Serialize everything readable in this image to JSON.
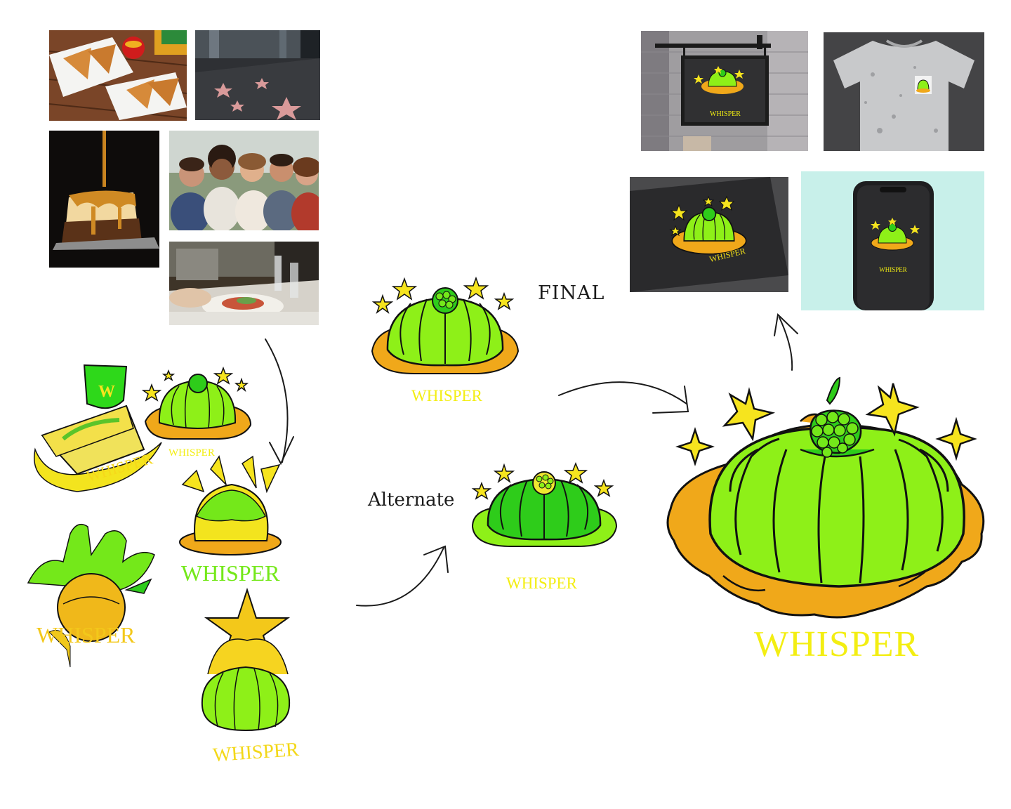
{
  "brand": {
    "name": "WHISPER"
  },
  "labels": {
    "final": "FINAL",
    "alternate": "Alternate"
  },
  "colors": {
    "jelly_green": "#8ef018",
    "jelly_dark_green": "#2ecc1a",
    "caramel": "#f0a81a",
    "star_yellow": "#f6e41e",
    "word_yellow": "#f3ee12",
    "word_green": "#74e81a",
    "outline": "#111111"
  },
  "mood_photos": [
    {
      "id": "fried-pastries",
      "subject": "fried pastry triangles with honey"
    },
    {
      "id": "walk-of-fame",
      "subject": "walk of fame stars on sidewalk"
    },
    {
      "id": "caramel-pudding",
      "subject": "caramel pudding slice"
    },
    {
      "id": "friends-group",
      "subject": "group of smiling friends"
    },
    {
      "id": "dining-table",
      "subject": "restaurant dining table"
    }
  ],
  "mockups": [
    {
      "id": "hanging-sign",
      "brand_text": "WHISPER"
    },
    {
      "id": "t-shirt-pocket"
    },
    {
      "id": "business-card",
      "brand_text": "WHISPER"
    },
    {
      "id": "smartphone-screen",
      "brand_text": "WHISPER"
    }
  ]
}
